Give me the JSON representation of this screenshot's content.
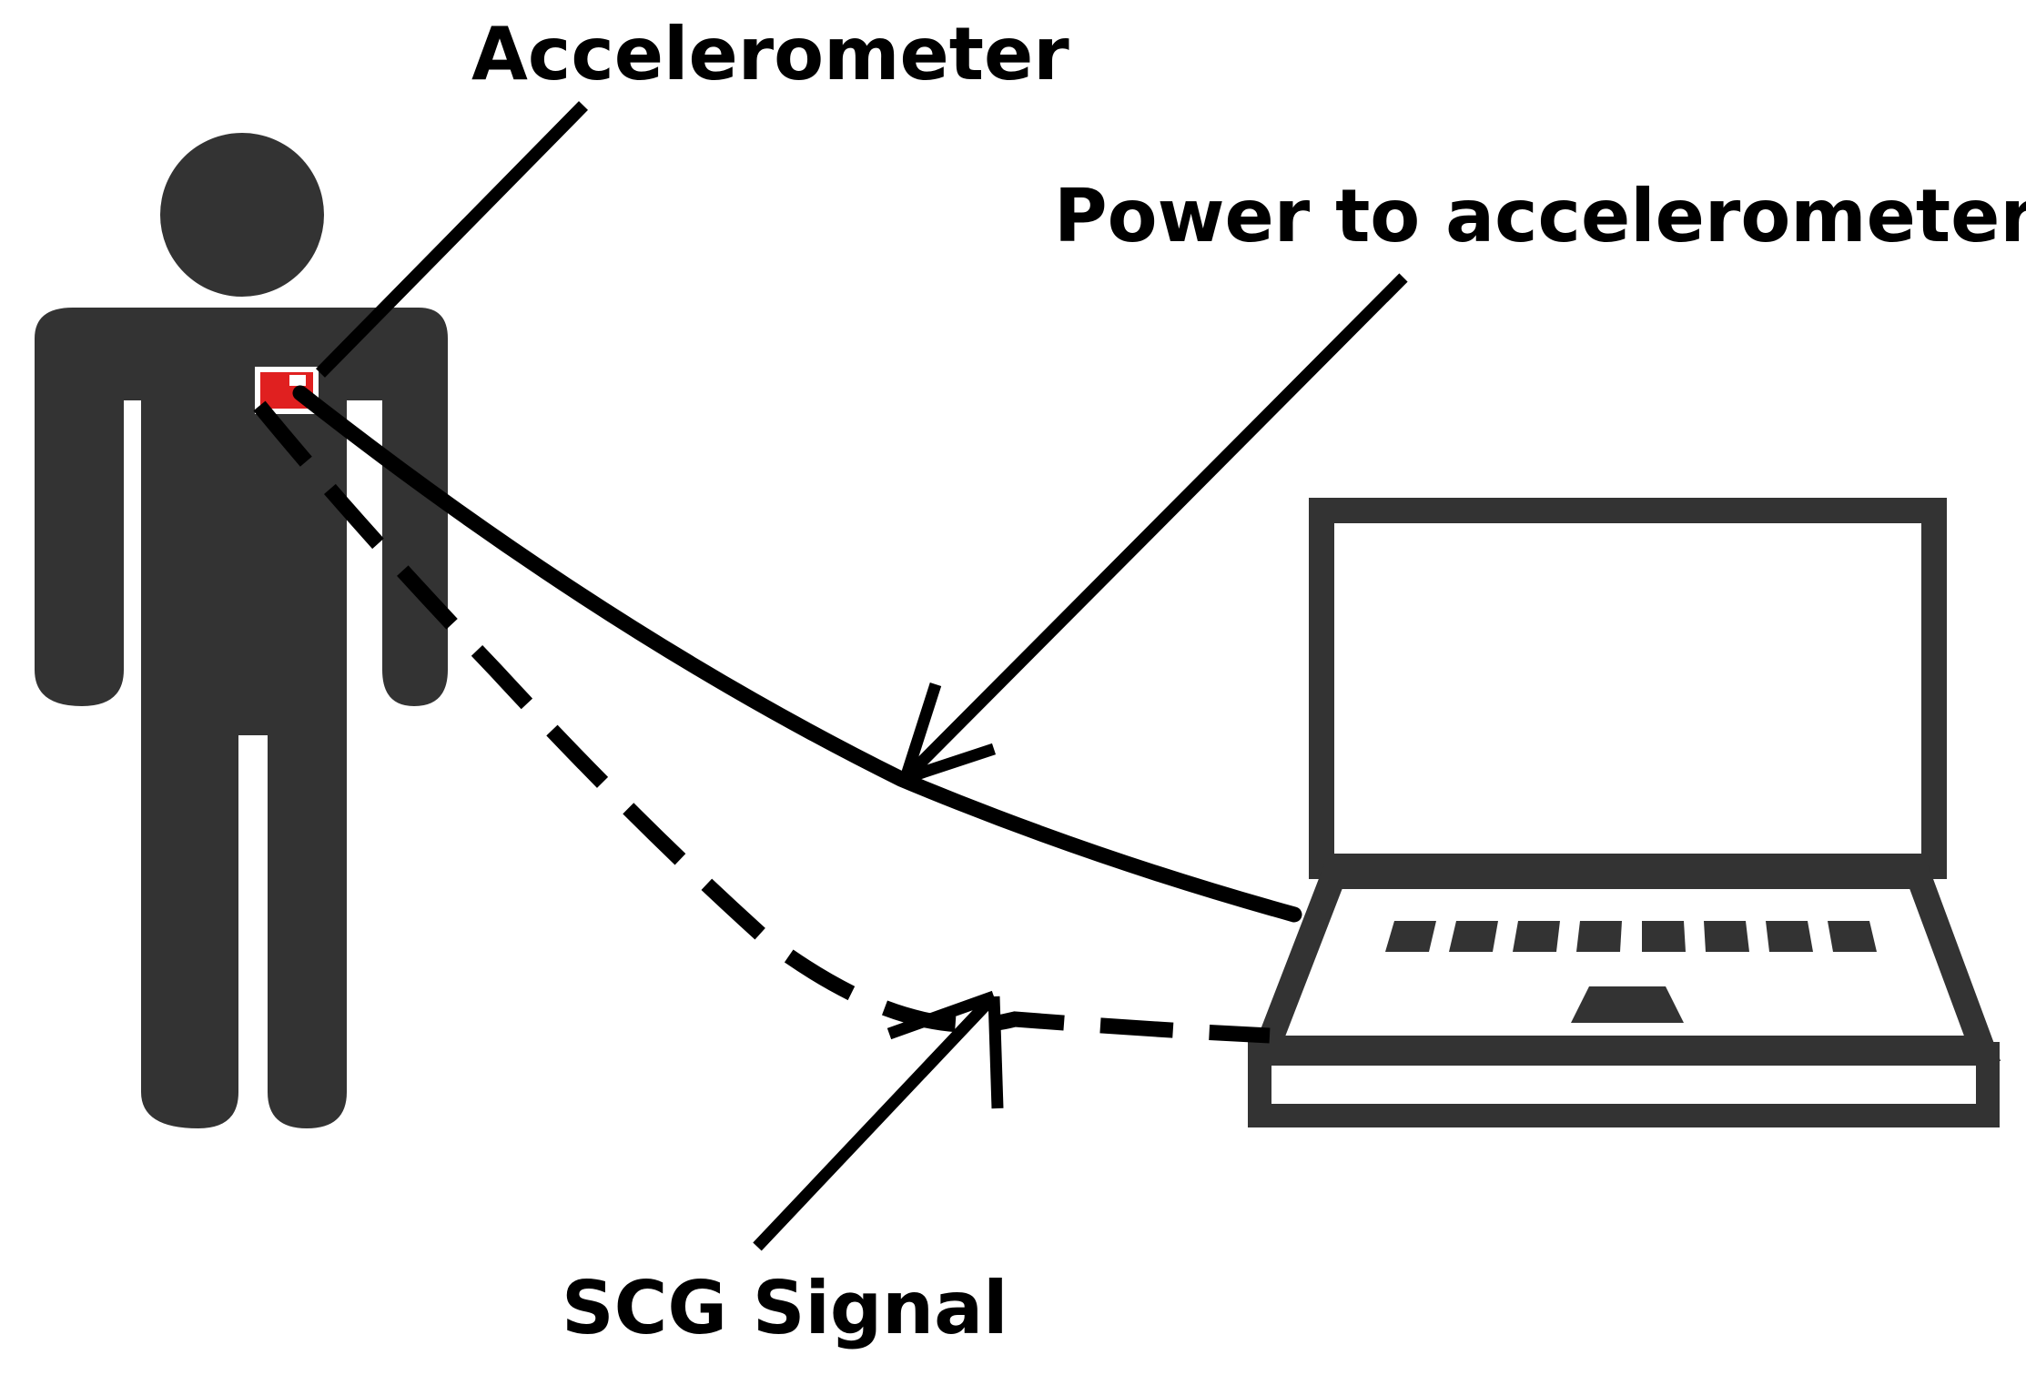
{
  "labels": {
    "accelerometer": "Accelerometer",
    "power": "Power to accelerometer",
    "signal": "SCG Signal"
  },
  "colors": {
    "figure": "#333333",
    "line": "#000000",
    "sensor": "#e02020",
    "background": "#ffffff"
  },
  "icons": {
    "person": "person-icon",
    "laptop": "laptop-icon",
    "sensor": "accelerometer-sensor-icon"
  }
}
